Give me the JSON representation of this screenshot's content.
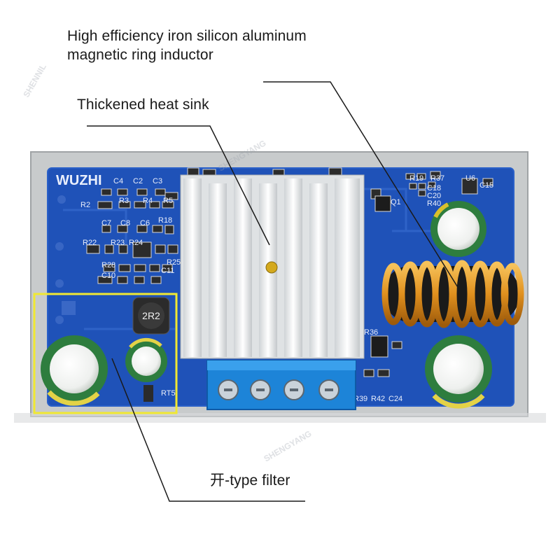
{
  "annotations": {
    "inductor": "High efficiency iron silicon aluminum\nmagnetic ring inductor",
    "inductor_line1": "High efficiency iron silicon aluminum",
    "inductor_line2": "magnetic ring inductor",
    "heatsink": "Thickened heat sink",
    "filter": "开-type filter"
  },
  "board": {
    "brand": "WUZHI",
    "inductor_marking": "2R2",
    "silkscreen": [
      "C4",
      "C2",
      "C3",
      "R2",
      "R3",
      "R4",
      "R5",
      "C7",
      "C8",
      "C6",
      "R18",
      "R22",
      "R23",
      "R24",
      "R28",
      "R25",
      "C10",
      "C11",
      "R19",
      "R37",
      "U6",
      "C15",
      "C18",
      "C20",
      "R40",
      "Q1",
      "R39",
      "R42",
      "C24",
      "R36",
      "RT5"
    ]
  },
  "watermark": [
    "SHENNIL",
    "SHENGYANG"
  ],
  "colors": {
    "pcb": "#1f52b8",
    "housing": "#c8cbcc",
    "terminal": "#1d84d8",
    "coil": "#e0901e",
    "capacitor": "#2e7d3e",
    "highlight": "#f0e832",
    "leader": "#1a1a1a"
  }
}
